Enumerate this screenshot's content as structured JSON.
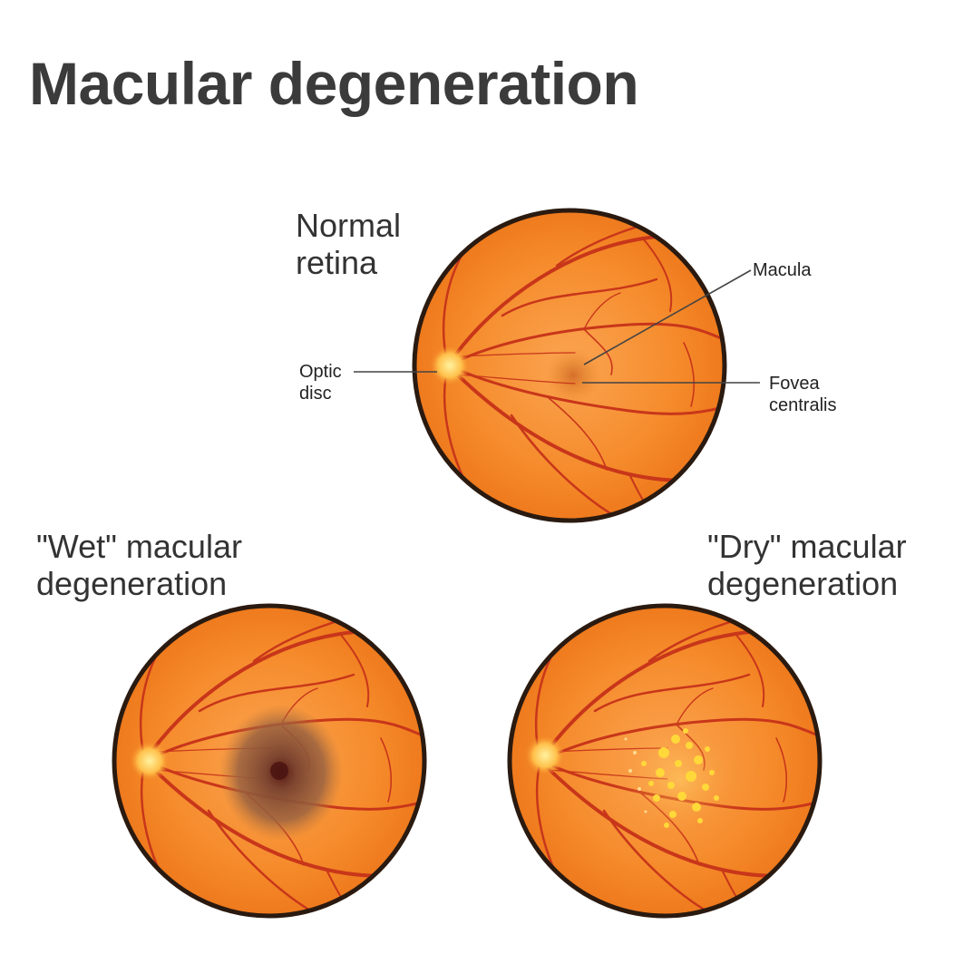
{
  "title": "Macular degeneration",
  "normal": {
    "heading_lines": [
      "Normal",
      "retina"
    ],
    "callouts": {
      "macula": "Macula",
      "optic_disc": [
        "Optic",
        "disc"
      ],
      "fovea": [
        "Fovea",
        "centralis"
      ]
    }
  },
  "wet": {
    "heading_lines": [
      "\"Wet\" macular",
      "degeneration"
    ]
  },
  "dry": {
    "heading_lines": [
      "\"Dry\" macular",
      "degeneration"
    ]
  },
  "colors": {
    "fundus": "#f58a2a",
    "fundus_light": "#fbb05a",
    "rim": "#2a1a10",
    "vessel": "#c8361a",
    "wet_lesion": "#8a5a3a",
    "drusen": "#ffd83a"
  }
}
